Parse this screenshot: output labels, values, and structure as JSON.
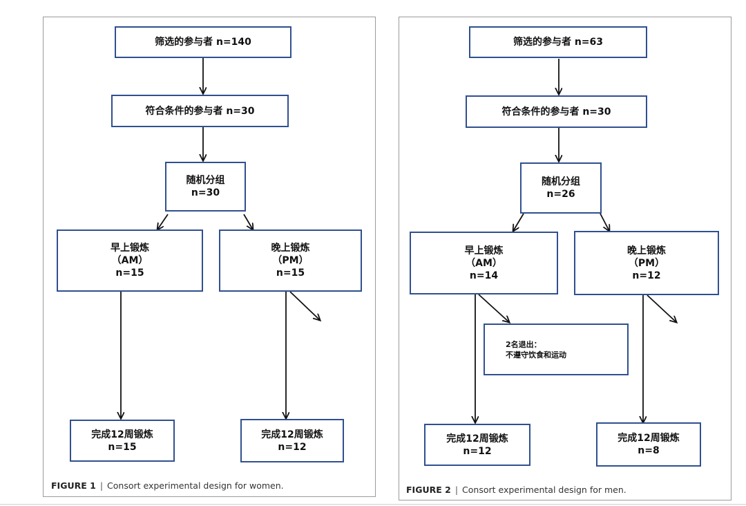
{
  "figures": [
    {
      "screened": "筛选的参与者 n=140",
      "eligible": "符合条件的参与者 n=30",
      "random_1": "随机分组",
      "random_2": "n=30",
      "am_1": "早上锻炼",
      "am_2": "（AM）",
      "am_3": "n=15",
      "pm_1": "晚上锻炼",
      "pm_2": "（PM）",
      "pm_3": "n=15",
      "done_am_1": "完成12周锻炼",
      "done_am_2": "n=15",
      "done_pm_1": "完成12周锻炼",
      "done_pm_2": "n=12",
      "caption_label": "FIGURE 1",
      "caption_sep": "|",
      "caption_text": "Consort experimental design for women."
    },
    {
      "screened": "筛选的参与者 n=63",
      "eligible": "符合条件的参与者 n=30",
      "random_1": "随机分组",
      "random_2": "n=26",
      "am_1": "早上锻炼",
      "am_2": "（AM）",
      "am_3": "n=14",
      "pm_1": "晚上锻炼",
      "pm_2": "（PM）",
      "pm_3": "n=12",
      "dropout_1": "2名退出：",
      "dropout_2": "不遵守饮食和运动",
      "done_am_1": "完成12周锻炼",
      "done_am_2": "n=12",
      "done_pm_1": "完成12周锻炼",
      "done_pm_2": "n=8",
      "caption_label": "FIGURE 2",
      "caption_sep": "|",
      "caption_text": "Consort experimental design for men."
    }
  ],
  "colors": {
    "box_border": "#2f4f8f",
    "arrow": "#111111",
    "panel_border": "#9a9a9a"
  }
}
